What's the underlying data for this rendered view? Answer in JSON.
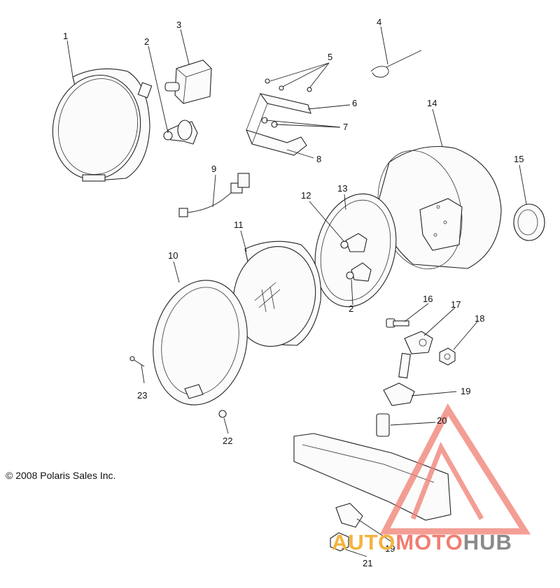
{
  "callouts": [
    {
      "id": "1",
      "label": "1"
    },
    {
      "id": "2a",
      "label": "2"
    },
    {
      "id": "3",
      "label": "3"
    },
    {
      "id": "4",
      "label": "4"
    },
    {
      "id": "5",
      "label": "5"
    },
    {
      "id": "6",
      "label": "6"
    },
    {
      "id": "7",
      "label": "7"
    },
    {
      "id": "8",
      "label": "8"
    },
    {
      "id": "9",
      "label": "9"
    },
    {
      "id": "10",
      "label": "10"
    },
    {
      "id": "11",
      "label": "11"
    },
    {
      "id": "12",
      "label": "12"
    },
    {
      "id": "13",
      "label": "13"
    },
    {
      "id": "14",
      "label": "14"
    },
    {
      "id": "15",
      "label": "15"
    },
    {
      "id": "16",
      "label": "16"
    },
    {
      "id": "17",
      "label": "17"
    },
    {
      "id": "18",
      "label": "18"
    },
    {
      "id": "19a",
      "label": "19"
    },
    {
      "id": "20",
      "label": "20"
    },
    {
      "id": "2b",
      "label": "2"
    },
    {
      "id": "23",
      "label": "23"
    },
    {
      "id": "22",
      "label": "22"
    },
    {
      "id": "19b",
      "label": "19"
    },
    {
      "id": "21",
      "label": "21"
    }
  ],
  "copyright": "© 2008 Polaris Sales Inc.",
  "watermark": {
    "part1": "AUTO",
    "part2": "MOTO",
    "part3": "HUB",
    "colors": {
      "gold": "#f5b33c",
      "red": "#f07e72",
      "gray": "#8a8a8a"
    }
  }
}
